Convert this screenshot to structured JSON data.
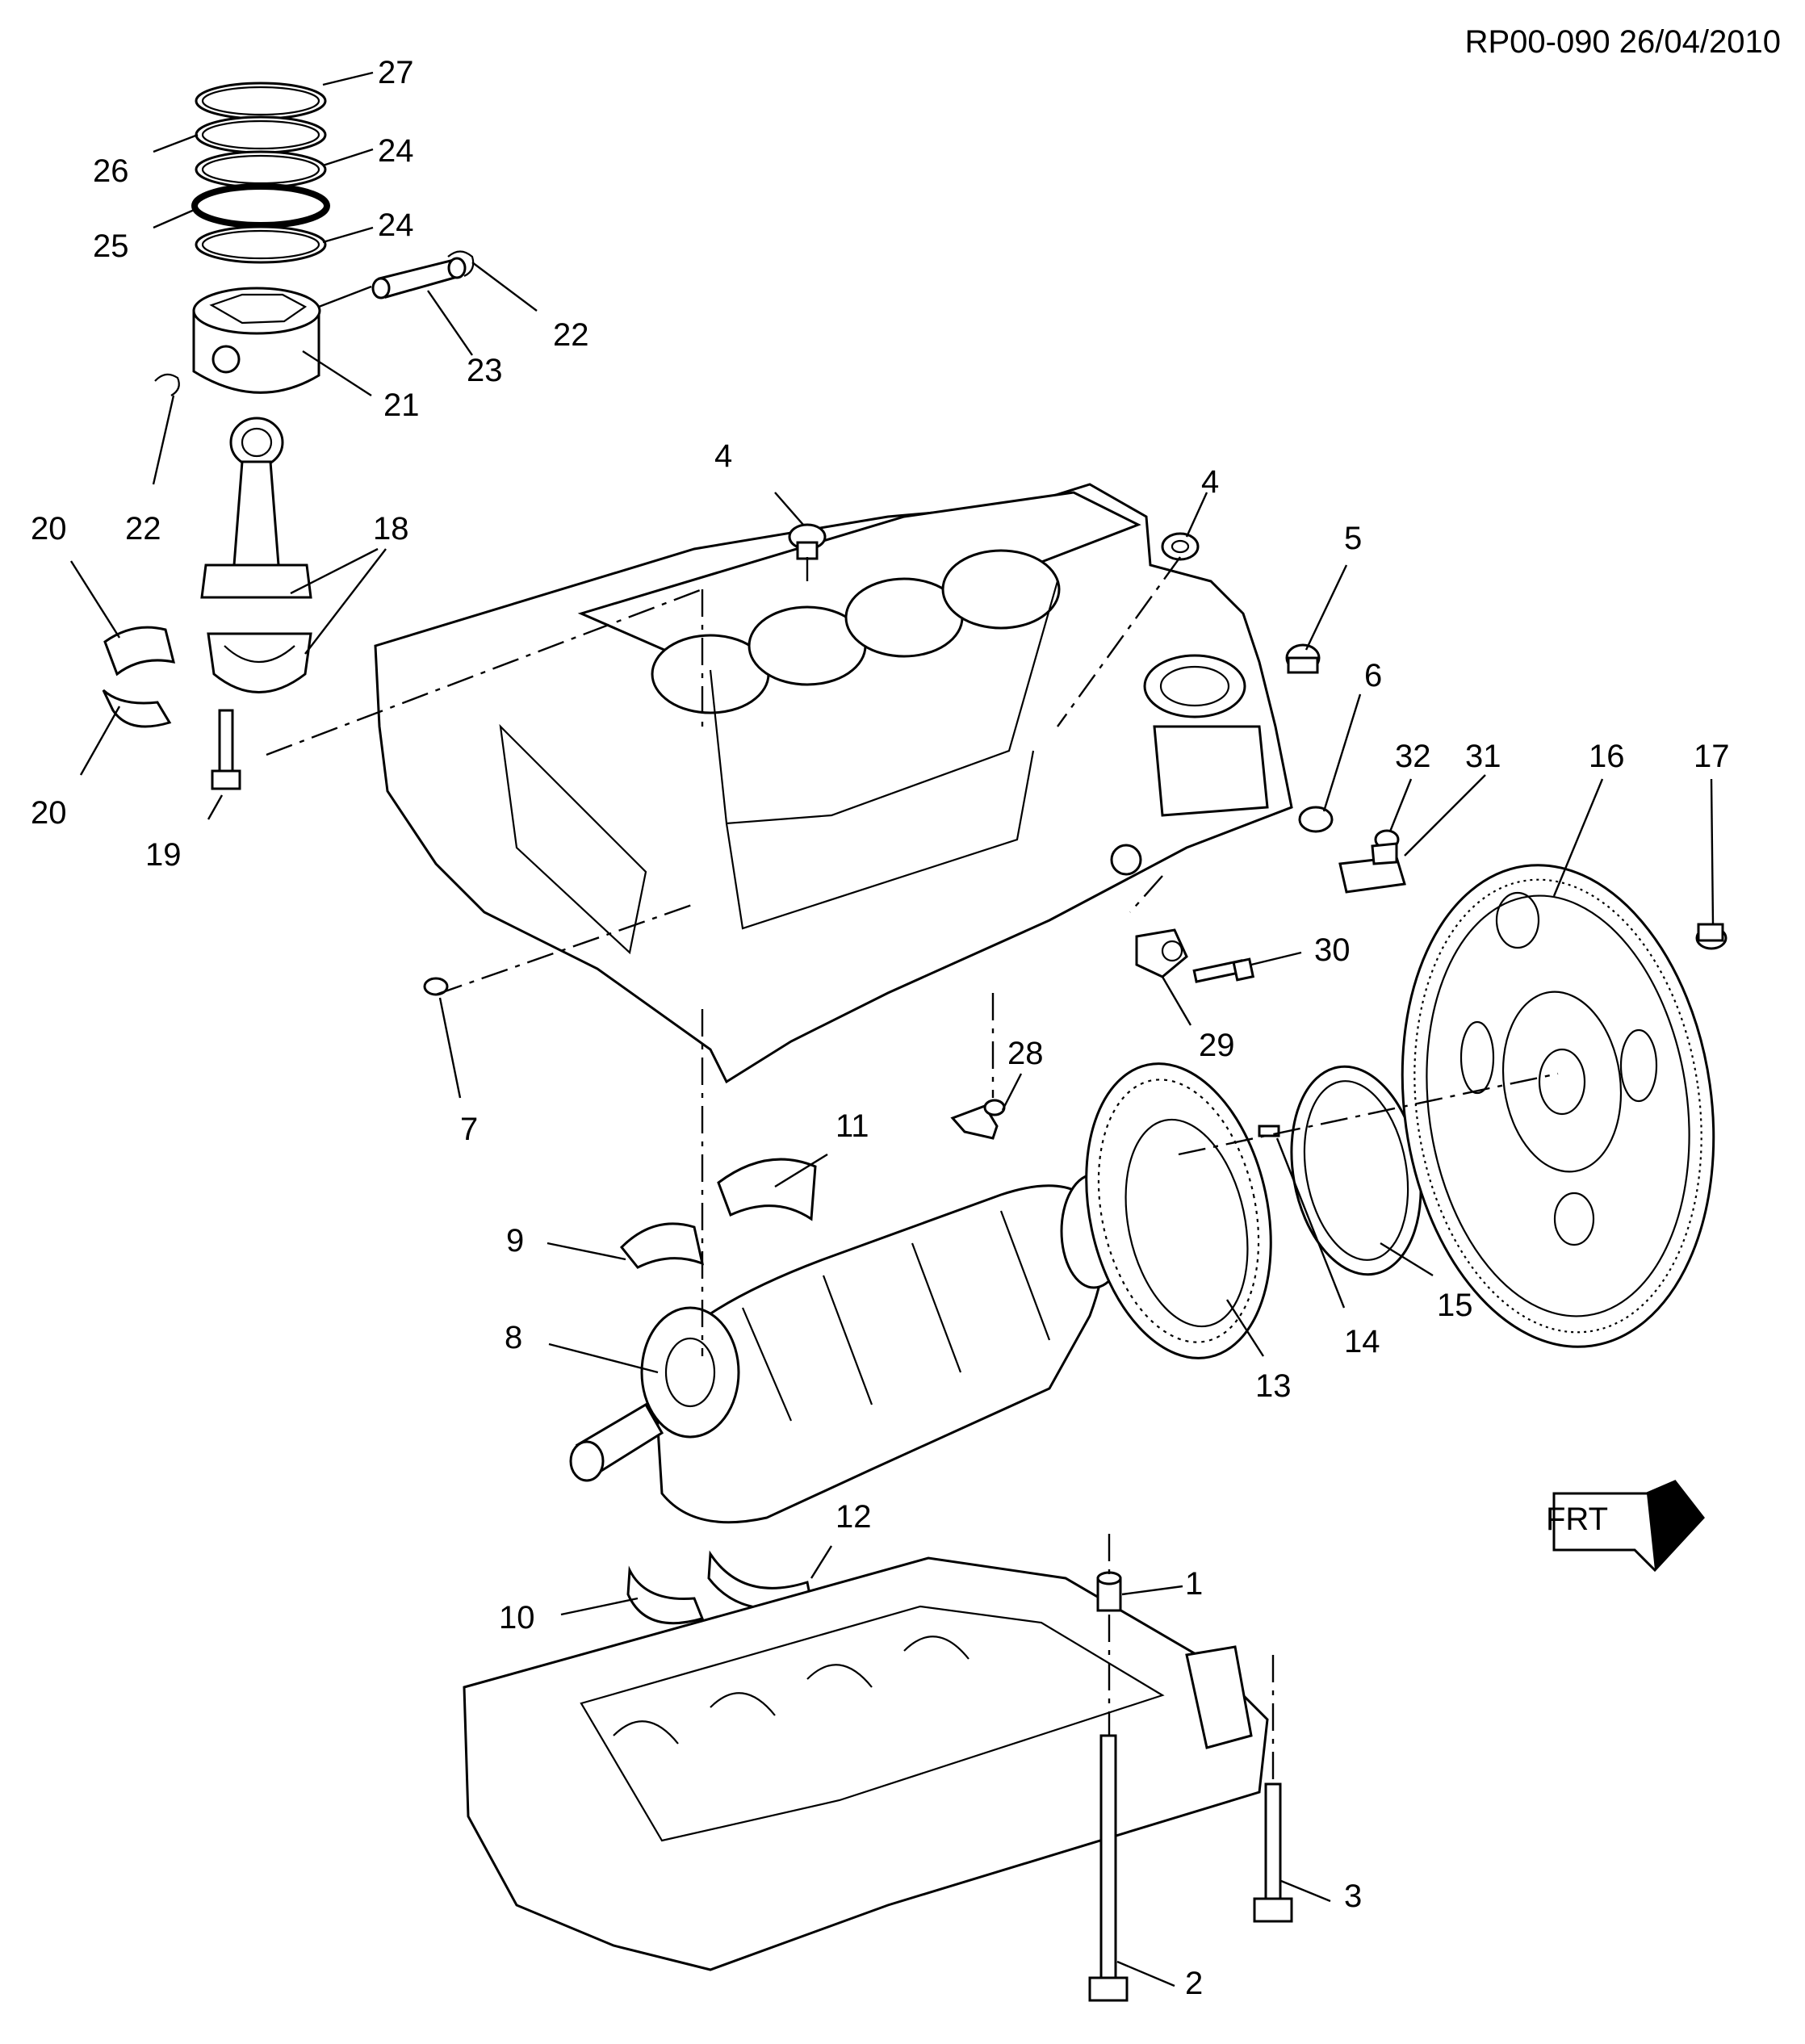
{
  "header": {
    "reference": "RP00-090 26/04/2010"
  },
  "front_marker": {
    "label": "FRT"
  },
  "callouts": [
    "1",
    "2",
    "3",
    "4",
    "4",
    "5",
    "6",
    "7",
    "8",
    "9",
    "10",
    "11",
    "12",
    "13",
    "14",
    "15",
    "16",
    "17",
    "18",
    "19",
    "20",
    "20",
    "21",
    "22",
    "22",
    "23",
    "24",
    "24",
    "25",
    "26",
    "27",
    "28",
    "29",
    "30",
    "31",
    "32"
  ]
}
